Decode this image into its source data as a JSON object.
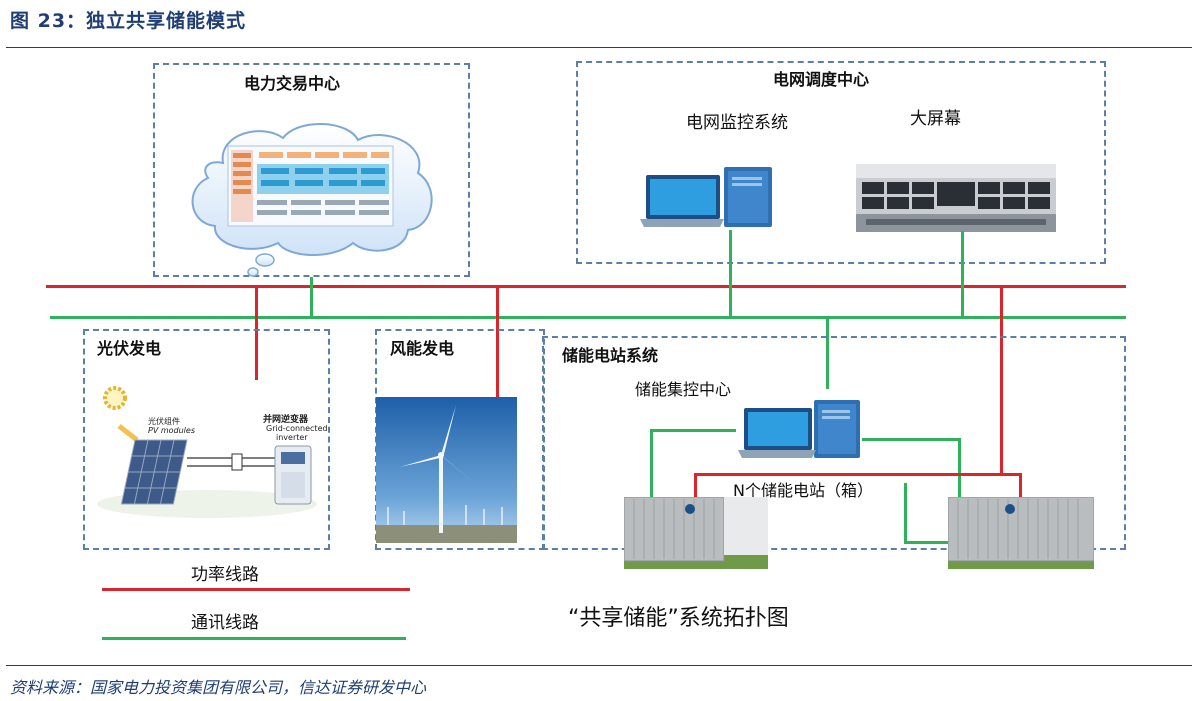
{
  "figure_title": "图 23：独立共享储能模式",
  "source": "资料来源：国家电力投资集团有限公司，信达证券研发中心",
  "caption": "“共享储能”系统拓扑图",
  "trading_center": {
    "title": "电力交易中心"
  },
  "dispatch_center": {
    "title": "电网调度中心",
    "monitor_label": "电网监控系统",
    "screen_label": "大屏幕"
  },
  "pv": {
    "title": "光伏发电",
    "module_label": "光伏组件",
    "module_sub": "PV modules",
    "inverter_label": "并网逆变器",
    "inverter_sub1": "Grid-connected",
    "inverter_sub2": "inverter"
  },
  "wind": {
    "title": "风能发电"
  },
  "storage": {
    "title": "储能电站系统",
    "control_label": "储能集控中心",
    "stations_label": "N个储能电站（箱）"
  },
  "legend": {
    "power_line": "功率线路",
    "comm_line": "通讯线路"
  },
  "colors": {
    "power": "#d9262b",
    "comm": "#2fb35a",
    "box_border": "#5b7fa8",
    "title": "#1f3e74"
  }
}
